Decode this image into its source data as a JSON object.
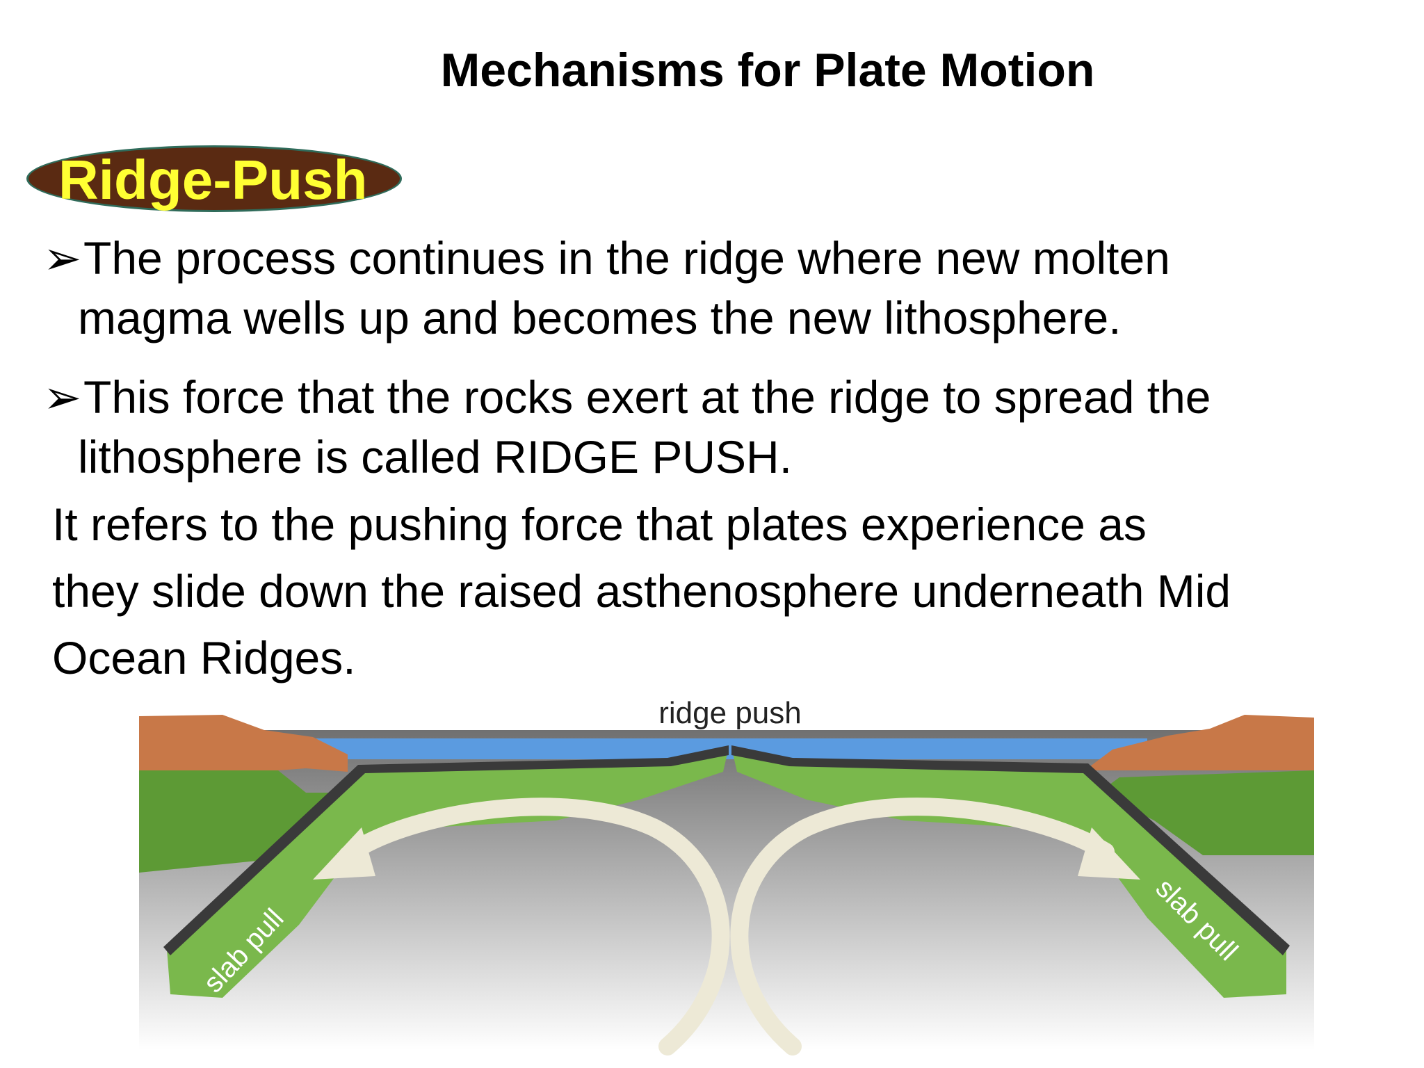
{
  "title": "Mechanisms for Plate Motion",
  "badge": "Ridge-Push",
  "bullet_glyph": "➢",
  "bullets": [
    {
      "lines": [
        "The process continues in the ridge where new molten",
        "magma wells up and becomes the new lithosphere."
      ]
    },
    {
      "lines": [
        "This force that the rocks exert at the ridge to spread the",
        "lithosphere is called RIDGE PUSH."
      ]
    }
  ],
  "paragraph": [
    "It refers to the pushing force that plates experience as",
    "they slide down the raised asthenosphere underneath Mid",
    "Ocean Ridges."
  ],
  "diagram": {
    "top_label": "ridge push",
    "left_label": "slab pull",
    "right_label": "slab pull",
    "colors": {
      "ocean": "#5b9be0",
      "plate_green": "#5d9a35",
      "plate_light": "#7ab84c",
      "crust_dark": "#3a3a3a",
      "continent": "#c87848",
      "mantle_top": "#707070",
      "mantle_bottom": "#ffffff",
      "arrow": "#ede9d6"
    }
  }
}
